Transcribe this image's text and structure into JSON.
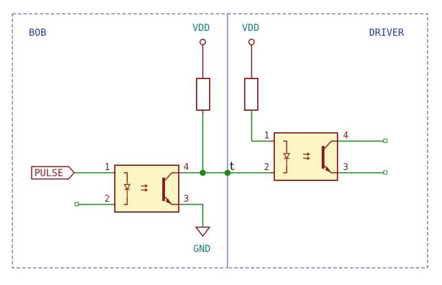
{
  "zones": {
    "left_label": "BOB",
    "right_label": "DRIVER"
  },
  "power": {
    "vdd_left": "VDD",
    "vdd_right": "VDD",
    "gnd": "GND"
  },
  "net_label": "PULSE",
  "optocoupler_left": {
    "pins": [
      "1",
      "2",
      "3",
      "4"
    ]
  },
  "optocoupler_right": {
    "pins": [
      "1",
      "2",
      "3",
      "4"
    ]
  },
  "cursor_glyph": "t",
  "colors": {
    "wire": "#1a8a1a",
    "component": "#8b1c1c",
    "component_fill": "#fdf6c4",
    "zone_border": "#3344aa",
    "power_text": "#148080",
    "zone_text": "#2a3aa8"
  }
}
